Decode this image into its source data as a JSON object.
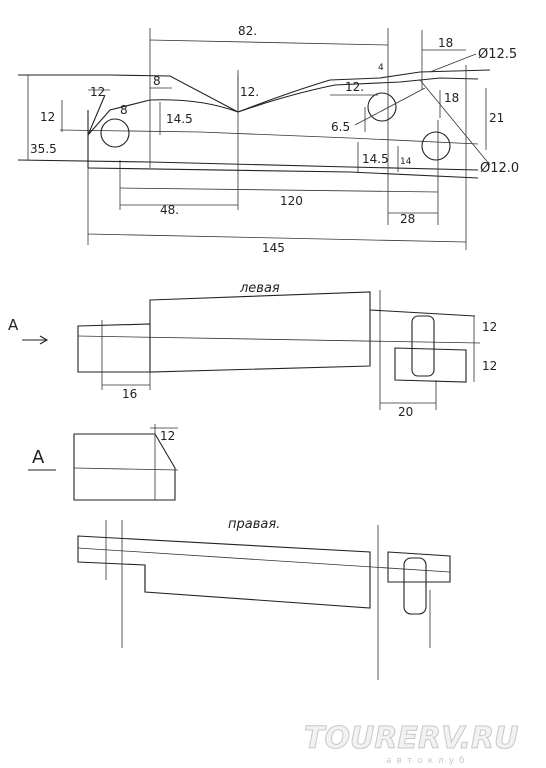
{
  "plan_view": {
    "dims": {
      "d82": "82.",
      "d18_top": "18",
      "dia_12_5": "Ø12.5",
      "d4": "4",
      "d12_left": "12",
      "d8_top": "8",
      "d12_mid": "12.",
      "d12_dip": "12.",
      "d18_right": "18",
      "d12_vert": "12",
      "d8_small": "8",
      "d14_5_left": "14.5",
      "d6_5": "6.5",
      "d21": "21",
      "d35_5": "35.5",
      "d14_5_right": "14.5",
      "d14_small": "14",
      "dia_12_0": "Ø12.0",
      "d48": "48.",
      "d120": "120",
      "d28": "28",
      "d145": "145"
    }
  },
  "section_left": {
    "title": "левая",
    "view_marker": "A",
    "dims": {
      "d12_top": "12",
      "d12_bottom": "12",
      "d16": "16",
      "d20": "20"
    }
  },
  "view_a": {
    "label": "A",
    "dims": {
      "d12": "12"
    }
  },
  "section_right": {
    "title": "правая."
  },
  "watermark": {
    "brand": "TOURERV.RU",
    "tagline": "автоклуб"
  }
}
